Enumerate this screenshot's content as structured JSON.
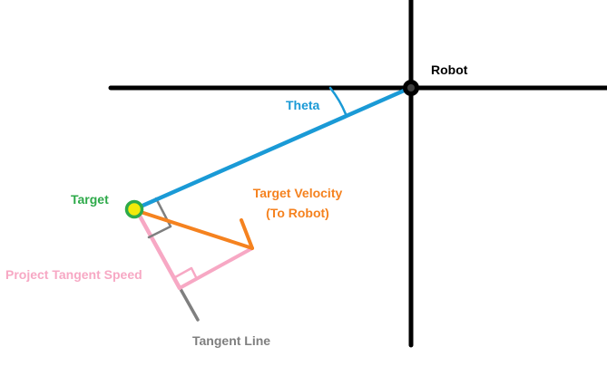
{
  "labels": {
    "robot": "Robot",
    "theta": "Theta",
    "target": "Target",
    "target_velocity_line1": "Target Velocity",
    "target_velocity_line2": "(To Robot)",
    "project_tangent_speed": "Project Tangent Speed",
    "tangent_line": "Tangent Line"
  },
  "colors": {
    "axes": "#000000",
    "robot_line": "#1a9ad6",
    "target_label": "#2eaa4a",
    "target_fill": "#f2ea0a",
    "target_stroke": "#2eaa4a",
    "velocity": "#f5821f",
    "projection": "#f7a8c4",
    "tangent": "#7f7f7f",
    "right_angle_marks": "#7f7f7f",
    "robot_label": "#000000"
  }
}
